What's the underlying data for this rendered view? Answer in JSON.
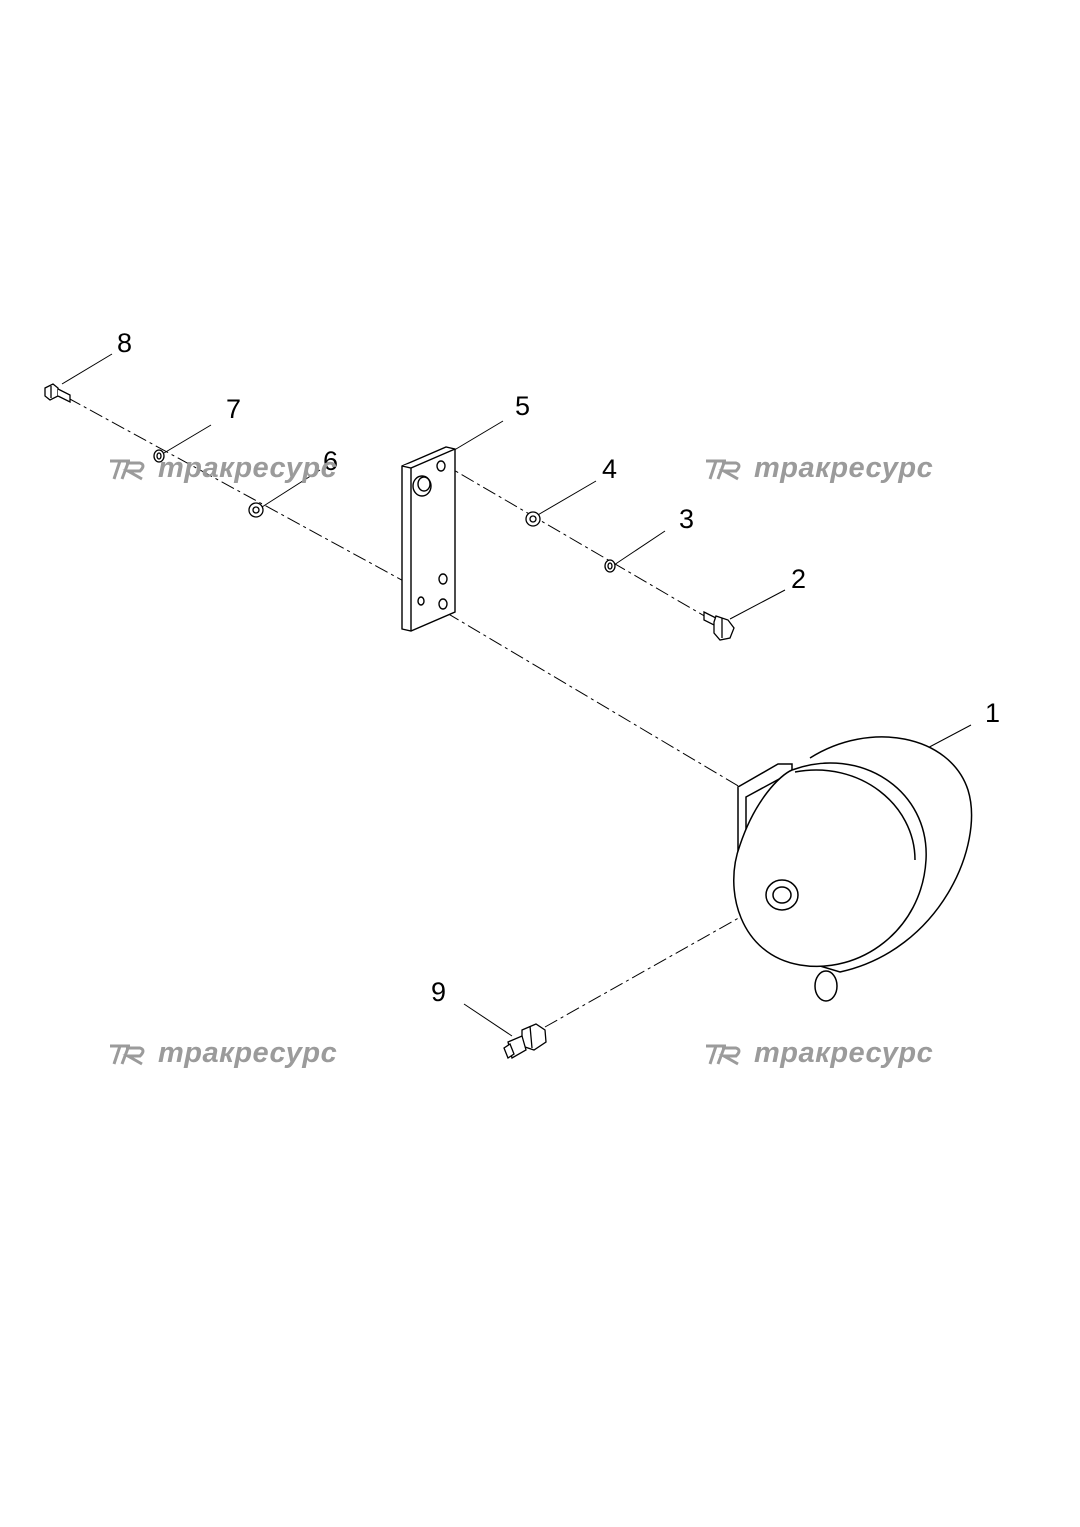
{
  "watermark": {
    "brand": "тракресурс",
    "logo_icon": "tr-logo-icon",
    "color": "#9b9b9b"
  },
  "callouts": [
    "1",
    "2",
    "3",
    "4",
    "5",
    "6",
    "7",
    "8",
    "9"
  ]
}
